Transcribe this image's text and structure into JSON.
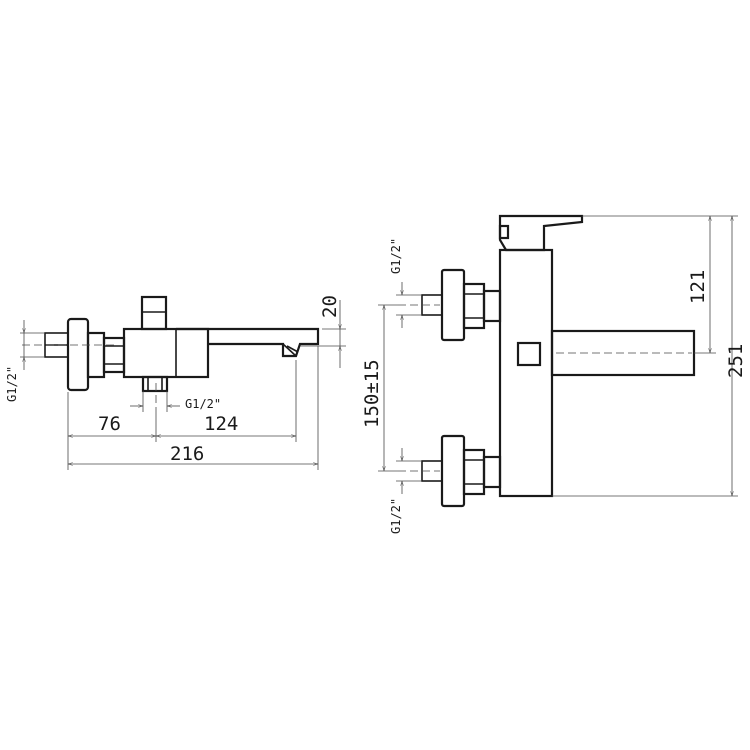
{
  "dimensions": {
    "d76": "76",
    "d124": "124",
    "d216": "216",
    "d20": "20",
    "d121": "121",
    "d251": "251",
    "d150": "150±15"
  },
  "threads": {
    "side_inlet": "G1/2\"",
    "side_outlet": "G1/2\"",
    "front_top": "G1/2\"",
    "front_bottom": "G1/2\""
  }
}
